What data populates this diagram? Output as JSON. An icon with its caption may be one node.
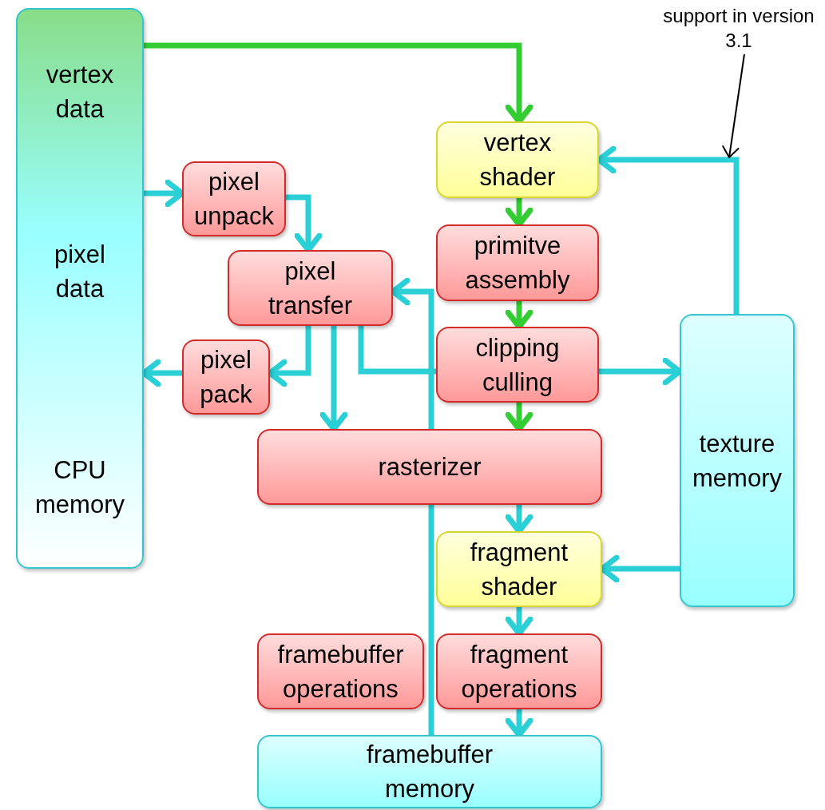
{
  "diagram": {
    "nodes": [
      {
        "text": [
          "vertex data",
          "pixel data",
          "CPU memory"
        ]
      },
      {
        "text": [
          "pixel unpack"
        ]
      },
      {
        "text": [
          "vertex shader"
        ]
      },
      {
        "text": [
          "pixel transfer"
        ]
      },
      {
        "text": [
          "primitve assembly"
        ]
      },
      {
        "text": [
          "clipping culling"
        ]
      },
      {
        "text": [
          "pixel pack"
        ]
      },
      {
        "text": [
          "texture memory"
        ]
      },
      {
        "text": [
          "rasterizer"
        ]
      },
      {
        "text": [
          "fragment shader"
        ]
      },
      {
        "text": [
          "framebuffer operations"
        ]
      },
      {
        "text": [
          "fragment operations"
        ]
      },
      {
        "text": [
          "framebuffer memory"
        ]
      },
      {
        "text": [
          "support in version 3.1"
        ]
      }
    ],
    "edges": [
      {
        "from": 0,
        "to": 2,
        "arrow": "to",
        "color": "#33cc33"
      },
      {
        "from": 0,
        "to": 1,
        "arrow": "to"
      },
      {
        "from": 1,
        "to": 3,
        "arrow": "to"
      },
      {
        "from": 3,
        "to": 6,
        "arrow": "to"
      },
      {
        "from": 6,
        "to": 0,
        "arrow": "to"
      },
      {
        "from": 3,
        "to": 8,
        "arrow": "to"
      },
      {
        "from": 3,
        "to": 5,
        "arrow": "none"
      },
      {
        "from": 8,
        "to": 3,
        "arrow": "to"
      },
      {
        "from": 2,
        "to": 4,
        "arrow": "to",
        "color": "#33cc33"
      },
      {
        "from": 4,
        "to": 5,
        "arrow": "to",
        "color": "#33cc33"
      },
      {
        "from": 5,
        "to": 8,
        "arrow": "to",
        "color": "#33cc33"
      },
      {
        "from": 8,
        "to": 9,
        "arrow": "to"
      },
      {
        "from": 9,
        "to": 11,
        "arrow": "to"
      },
      {
        "from": 11,
        "to": 12,
        "arrow": "to"
      },
      {
        "from": 7,
        "to": 2,
        "arrow": "to"
      },
      {
        "from": 7,
        "to": 9,
        "arrow": "to"
      },
      {
        "from": 13,
        "to": null,
        "arrow": "to",
        "color": "#000000"
      },
      {
        "from": 5,
        "to": 7,
        "arrow": "to"
      },
      {
        "from": 12,
        "to": 8,
        "arrow": "none"
      }
    ]
  }
}
